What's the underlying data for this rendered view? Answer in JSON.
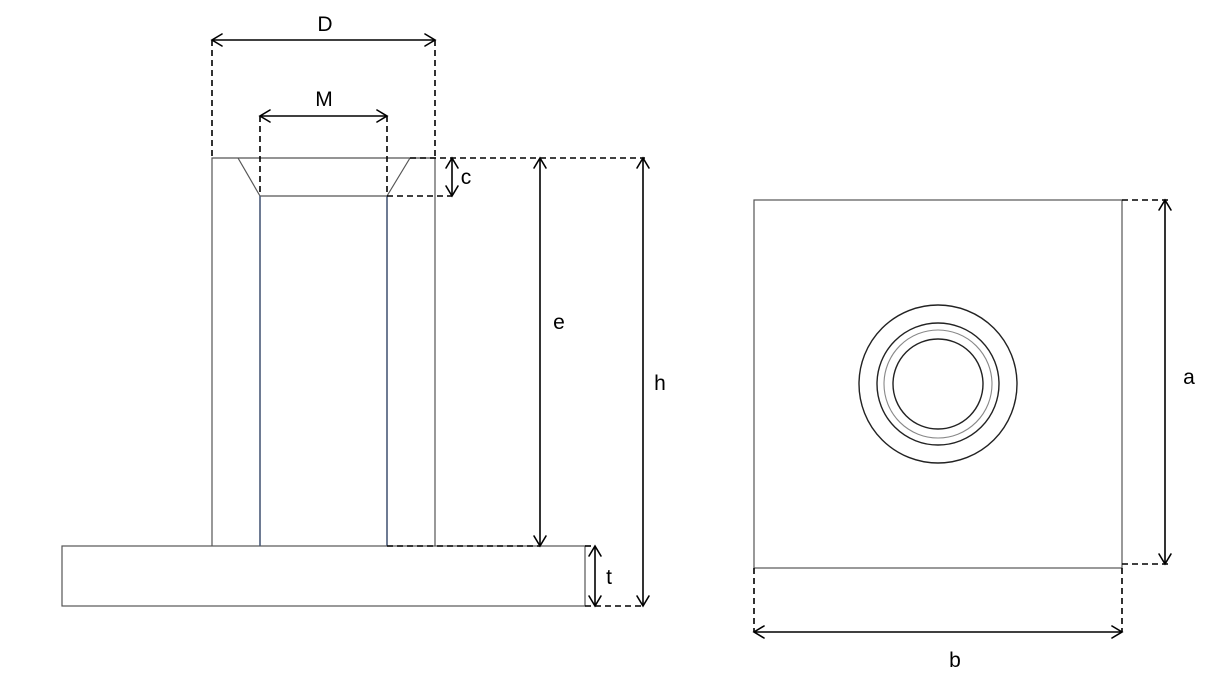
{
  "labels": {
    "D": "D",
    "M": "M",
    "c": "c",
    "e": "e",
    "h": "h",
    "t": "t",
    "a": "a",
    "b": "b"
  }
}
